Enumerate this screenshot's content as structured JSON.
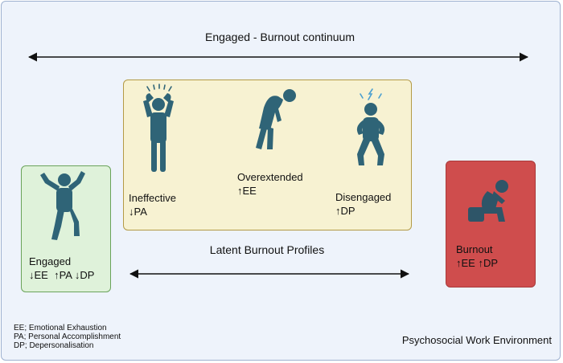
{
  "title": "Engaged - Burnout continuum",
  "latent_profiles_title": "Latent  Burnout Profiles",
  "profiles": [
    {
      "name": "Ineffective",
      "indicators": "↓PA",
      "icon": "stressed-person-icon"
    },
    {
      "name": "Overextended",
      "indicators": "↑EE",
      "icon": "exhausted-person-icon"
    },
    {
      "name": "Disengaged",
      "indicators": "↑DP",
      "icon": "frustrated-person-icon"
    }
  ],
  "engaged": {
    "name": "Engaged",
    "indicators": "↓EE  ↑PA ↓DP",
    "icon": "jumping-person-icon"
  },
  "burnout": {
    "name": "Burnout",
    "indicators": "↑EE ↑DP",
    "icon": "sitting-head-in-hands-icon"
  },
  "legend": [
    "EE; Emotional Exhaustion",
    "PA; Personal Accomplishment",
    "DP; Depersonalisation"
  ],
  "environment_label": "Psychosocial Work Environment",
  "colors": {
    "background": "#eef3fb",
    "profiles_box": "#f7f2d2",
    "engaged_box": "#dff2da",
    "burnout_box": "#cf4d4d",
    "figure": "#2f6477"
  }
}
